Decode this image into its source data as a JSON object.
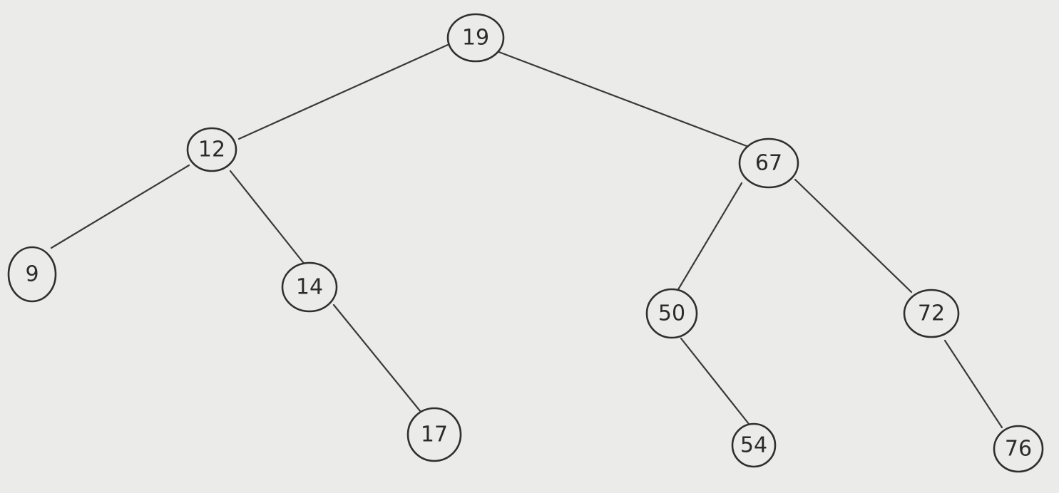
{
  "tree": {
    "nodes": [
      {
        "id": "n19",
        "label": "19"
      },
      {
        "id": "n12",
        "label": "12"
      },
      {
        "id": "n67",
        "label": "67"
      },
      {
        "id": "n9",
        "label": "9"
      },
      {
        "id": "n14",
        "label": "14"
      },
      {
        "id": "n50",
        "label": "50"
      },
      {
        "id": "n72",
        "label": "72"
      },
      {
        "id": "n17",
        "label": "17"
      },
      {
        "id": "n54",
        "label": "54"
      },
      {
        "id": "n76",
        "label": "76"
      }
    ],
    "edges": [
      {
        "from": "n19",
        "to": "n12"
      },
      {
        "from": "n19",
        "to": "n67"
      },
      {
        "from": "n12",
        "to": "n9"
      },
      {
        "from": "n12",
        "to": "n14"
      },
      {
        "from": "n14",
        "to": "n17"
      },
      {
        "from": "n67",
        "to": "n50"
      },
      {
        "from": "n67",
        "to": "n72"
      },
      {
        "from": "n50",
        "to": "n54"
      },
      {
        "from": "n72",
        "to": "n76"
      }
    ]
  }
}
